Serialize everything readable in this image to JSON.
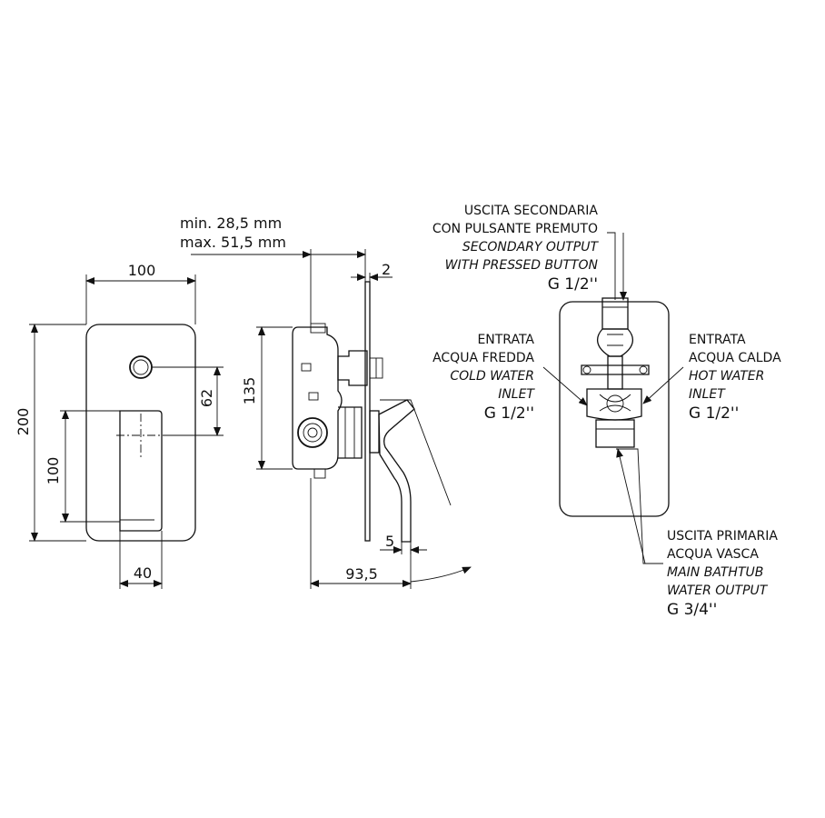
{
  "dimensions": {
    "plate_width": "100",
    "plate_height": "200",
    "lever_height": "100",
    "lever_width": "40",
    "button_offset": "62",
    "body_height": "135",
    "depth_min": "min. 28,5 mm",
    "depth_max": "max. 51,5 mm",
    "plate_thickness": "2",
    "lever_gap": "5",
    "total_depth": "93,5"
  },
  "callouts": {
    "secondary_output": {
      "line1": "USCITA SECONDARIA",
      "line2": "CON PULSANTE PREMUTO",
      "line3": "SECONDARY OUTPUT",
      "line4": "WITH PRESSED BUTTON",
      "thread": "G 1/2''"
    },
    "cold_inlet": {
      "line1": "ENTRATA",
      "line2": "ACQUA FREDDA",
      "line3": "COLD WATER",
      "line4": "INLET",
      "thread": "G 1/2''"
    },
    "hot_inlet": {
      "line1": "ENTRATA",
      "line2": "ACQUA CALDA",
      "line3": "HOT WATER",
      "line4": "INLET",
      "thread": "G 1/2''"
    },
    "primary_output": {
      "line1": "USCITA PRIMARIA",
      "line2": "ACQUA VASCA",
      "line3": "MAIN BATHTUB",
      "line4": "WATER OUTPUT",
      "thread": "G 3/4''"
    }
  }
}
